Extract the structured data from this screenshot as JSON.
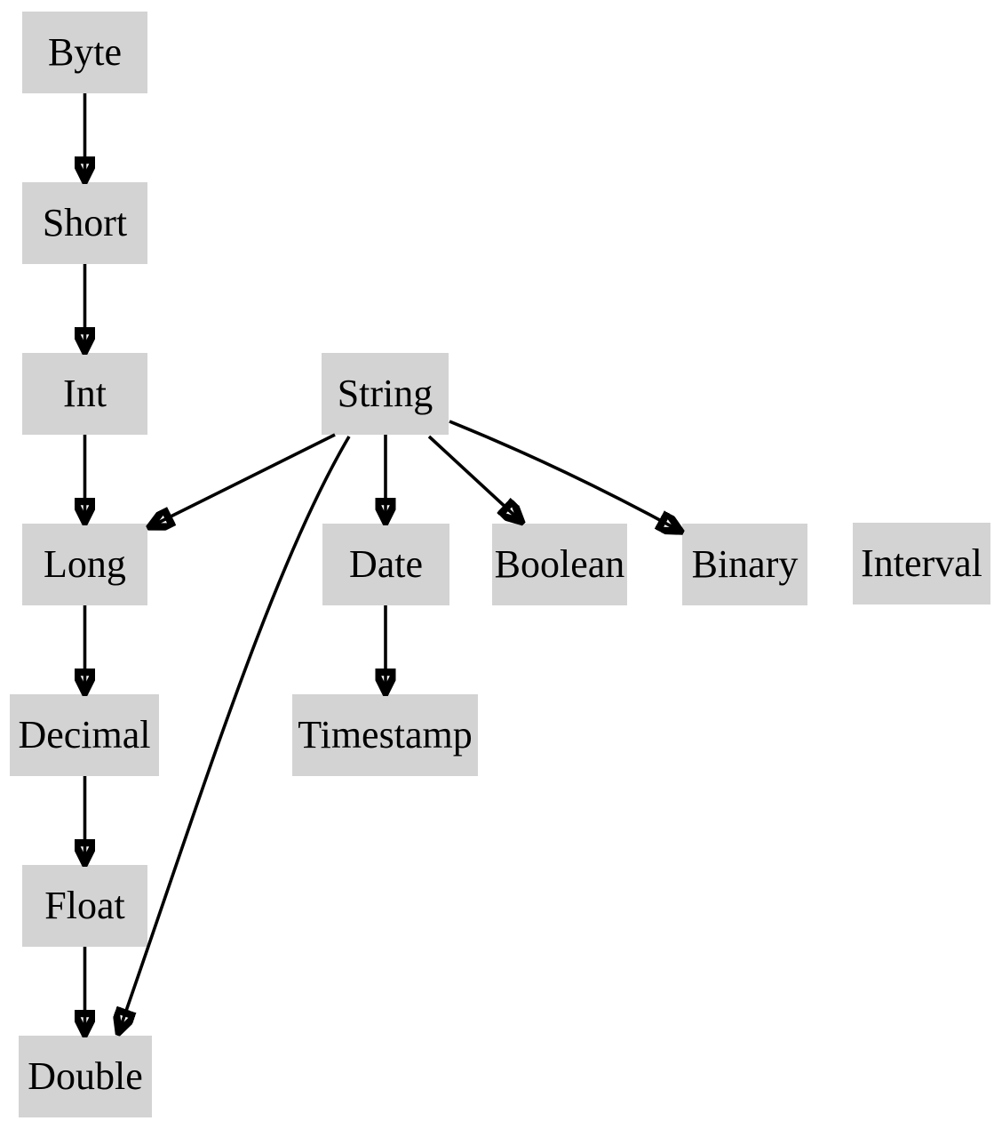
{
  "diagram": {
    "type": "directed-graph",
    "description": "Type promotion hierarchy diagram",
    "colors": {
      "background": "#ffffff",
      "node_fill": "#d3d3d3",
      "node_text": "#000000",
      "edge": "#000000"
    },
    "nodes": [
      {
        "id": "byte",
        "label": "Byte"
      },
      {
        "id": "short",
        "label": "Short"
      },
      {
        "id": "int",
        "label": "Int"
      },
      {
        "id": "string",
        "label": "String"
      },
      {
        "id": "long",
        "label": "Long"
      },
      {
        "id": "date",
        "label": "Date"
      },
      {
        "id": "boolean",
        "label": "Boolean"
      },
      {
        "id": "binary",
        "label": "Binary"
      },
      {
        "id": "interval",
        "label": "Interval"
      },
      {
        "id": "decimal",
        "label": "Decimal"
      },
      {
        "id": "timestamp",
        "label": "Timestamp"
      },
      {
        "id": "float",
        "label": "Float"
      },
      {
        "id": "double",
        "label": "Double"
      }
    ],
    "edges": [
      {
        "from": "Byte",
        "to": "Short"
      },
      {
        "from": "Short",
        "to": "Int"
      },
      {
        "from": "Int",
        "to": "Long"
      },
      {
        "from": "Long",
        "to": "Decimal"
      },
      {
        "from": "Decimal",
        "to": "Float"
      },
      {
        "from": "Float",
        "to": "Double"
      },
      {
        "from": "String",
        "to": "Long"
      },
      {
        "from": "String",
        "to": "Date"
      },
      {
        "from": "String",
        "to": "Boolean"
      },
      {
        "from": "String",
        "to": "Binary"
      },
      {
        "from": "String",
        "to": "Double"
      },
      {
        "from": "Date",
        "to": "Timestamp"
      }
    ]
  }
}
